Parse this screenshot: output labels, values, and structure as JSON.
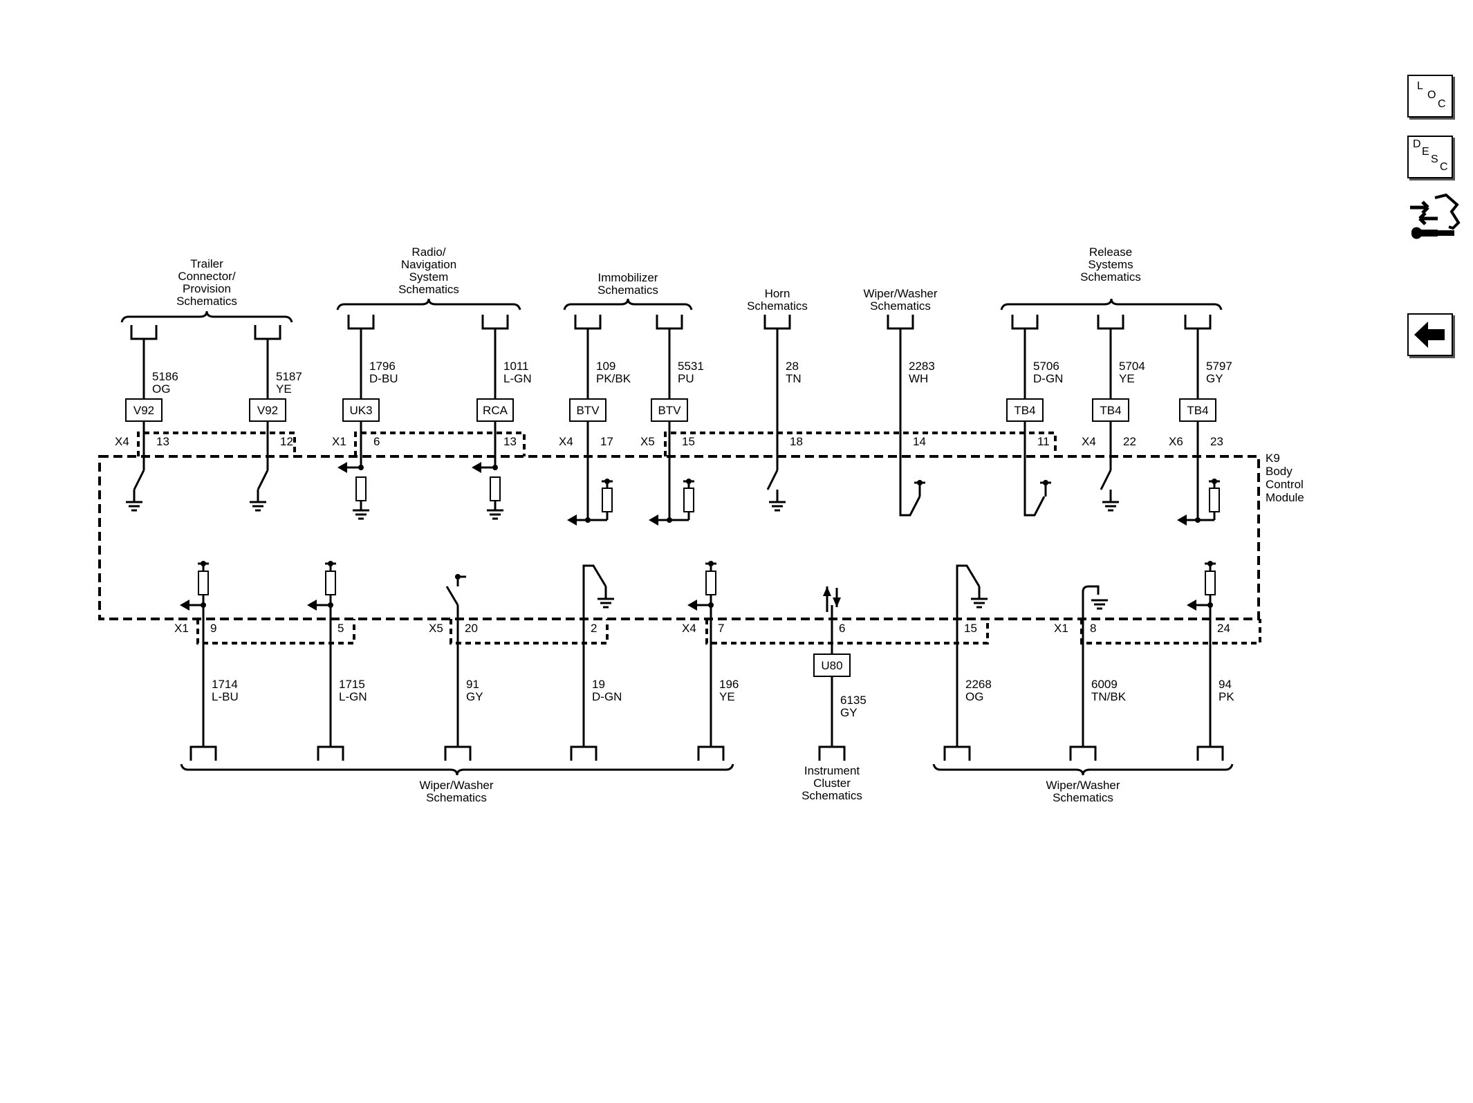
{
  "groups": {
    "trailer": "Trailer\nConnector/\nProvision\nSchematics",
    "radio": "Radio/\nNavigation\nSystem\nSchematics",
    "immobilizer": "Immobilizer\nSchematics",
    "horn": "Horn\nSchematics",
    "wiper_top": "Wiper/Washer\nSchematics",
    "release": "Release\nSystems\nSchematics",
    "wiper_bottom_left": "Wiper/Washer\nSchematics",
    "instrument": "Instrument\nCluster\nSchematics",
    "wiper_bottom_right": "Wiper/Washer\nSchematics"
  },
  "module_label": "K9\nBody\nControl\nModule",
  "top_circuits": [
    {
      "id": "t1",
      "wire": "5186",
      "color": "OG",
      "splice": "V92",
      "conn": "X4",
      "pin": "13"
    },
    {
      "id": "t2",
      "wire": "5187",
      "color": "YE",
      "splice": "V92",
      "conn": "",
      "pin": "12"
    },
    {
      "id": "t3",
      "wire": "1796",
      "color": "D-BU",
      "splice": "UK3",
      "conn": "X1",
      "pin": "6"
    },
    {
      "id": "t4",
      "wire": "1011",
      "color": "L-GN",
      "splice": "RCA",
      "conn": "",
      "pin": "13"
    },
    {
      "id": "t5",
      "wire": "109",
      "color": "PK/BK",
      "splice": "BTV",
      "conn": "X4",
      "pin": "17"
    },
    {
      "id": "t6",
      "wire": "5531",
      "color": "PU",
      "splice": "BTV",
      "conn": "X5",
      "pin": "15"
    },
    {
      "id": "t7",
      "wire": "28",
      "color": "TN",
      "splice": "",
      "conn": "",
      "pin": "18"
    },
    {
      "id": "t8",
      "wire": "2283",
      "color": "WH",
      "splice": "",
      "conn": "",
      "pin": "14"
    },
    {
      "id": "t9",
      "wire": "5706",
      "color": "D-GN",
      "splice": "TB4",
      "conn": "",
      "pin": "11"
    },
    {
      "id": "t10",
      "wire": "5704",
      "color": "YE",
      "splice": "TB4",
      "conn": "X4",
      "pin": "22"
    },
    {
      "id": "t11",
      "wire": "5797",
      "color": "GY",
      "splice": "TB4",
      "conn": "X6",
      "pin": "23"
    }
  ],
  "bottom_circuits": [
    {
      "id": "b1",
      "wire": "1714",
      "color": "L-BU",
      "splice": "",
      "conn": "X1",
      "pin": "9"
    },
    {
      "id": "b2",
      "wire": "1715",
      "color": "L-GN",
      "splice": "",
      "conn": "",
      "pin": "5"
    },
    {
      "id": "b3",
      "wire": "91",
      "color": "GY",
      "splice": "",
      "conn": "X5",
      "pin": "20"
    },
    {
      "id": "b4",
      "wire": "19",
      "color": "D-GN",
      "splice": "",
      "conn": "",
      "pin": "2"
    },
    {
      "id": "b5",
      "wire": "196",
      "color": "YE",
      "splice": "",
      "conn": "X4",
      "pin": "7"
    },
    {
      "id": "b6",
      "wire": "6135",
      "color": "GY",
      "splice": "U80",
      "conn": "",
      "pin": "6"
    },
    {
      "id": "b7",
      "wire": "2268",
      "color": "OG",
      "splice": "",
      "conn": "",
      "pin": "15"
    },
    {
      "id": "b8",
      "wire": "6009",
      "color": "TN/BK",
      "splice": "",
      "conn": "X1",
      "pin": "8"
    },
    {
      "id": "b9",
      "wire": "94",
      "color": "PK",
      "splice": "",
      "conn": "",
      "pin": "24"
    }
  ],
  "sidebar": {
    "loc": [
      "L",
      "O",
      "C"
    ],
    "desc": [
      "D",
      "E",
      "S",
      "C"
    ],
    "connector_tool": "connector-wrench-icon",
    "back": "back-arrow-icon"
  }
}
